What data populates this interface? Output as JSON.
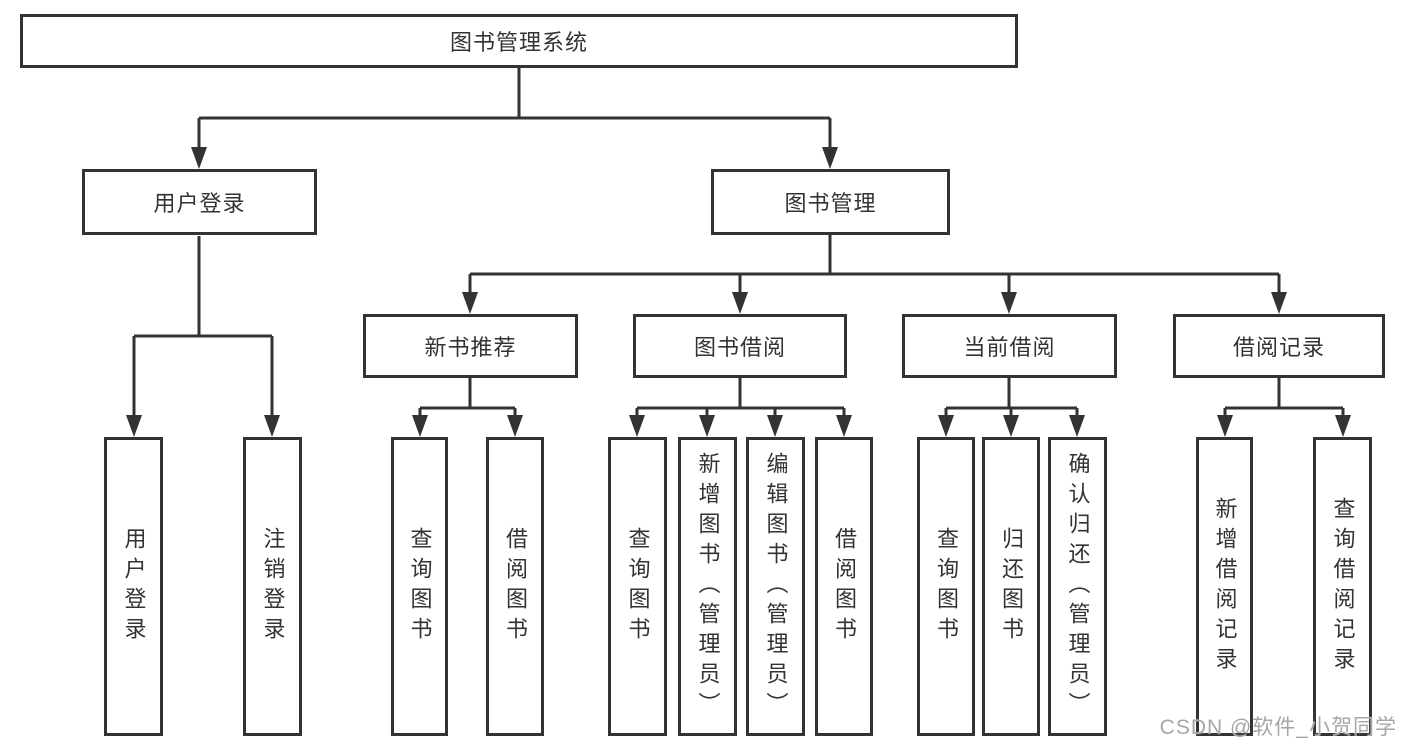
{
  "tree": {
    "label": "图书管理系统",
    "children": [
      {
        "label": "用户登录",
        "children": [
          {
            "label": "用户登录"
          },
          {
            "label": "注销登录"
          }
        ]
      },
      {
        "label": "图书管理",
        "children": [
          {
            "label": "新书推荐",
            "children": [
              {
                "label": "查询图书"
              },
              {
                "label": "借阅图书"
              }
            ]
          },
          {
            "label": "图书借阅",
            "children": [
              {
                "label": "查询图书"
              },
              {
                "label": "新增图书（管理员）"
              },
              {
                "label": "编辑图书（管理员）"
              },
              {
                "label": "借阅图书"
              }
            ]
          },
          {
            "label": "当前借阅",
            "children": [
              {
                "label": "查询图书"
              },
              {
                "label": "归还图书"
              },
              {
                "label": "确认归还（管理员）"
              }
            ]
          },
          {
            "label": "借阅记录",
            "children": [
              {
                "label": "新增借阅记录"
              },
              {
                "label": "查询借阅记录"
              }
            ]
          }
        ]
      }
    ]
  },
  "watermark": {
    "text": "CSDN @软件_小贺同学"
  },
  "colors": {
    "line": "#333333",
    "box_border": "#333333",
    "text": "#333333",
    "background": "#ffffff",
    "watermark": "#a6a6a6"
  }
}
